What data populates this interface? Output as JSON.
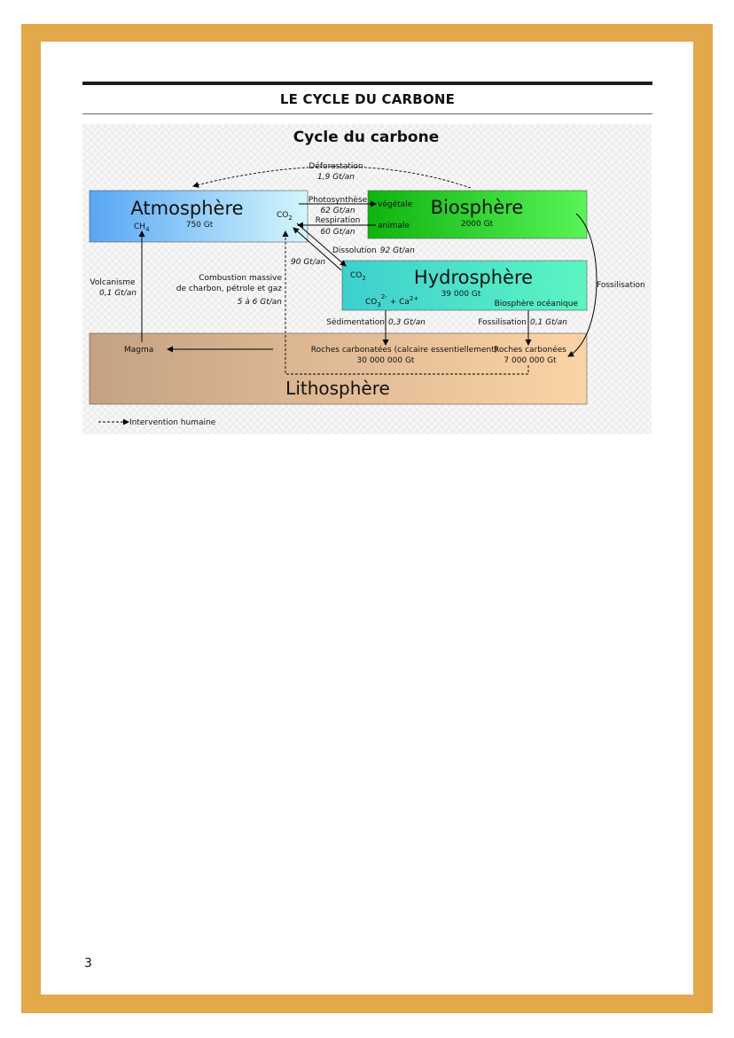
{
  "document": {
    "title": "LE CYCLE DU CARBONE",
    "page_number": "3"
  },
  "figure": {
    "title": "Cycle du carbone",
    "atmosphere": {
      "name": "Atmosphère",
      "amount": "750 Gt",
      "co2": "CO",
      "co2_sub": "2",
      "ch4": "CH",
      "ch4_sub": "4"
    },
    "biosphere": {
      "name": "Biosphère",
      "amount": "2000 Gt",
      "vegetale": "végétale",
      "animale": "animale"
    },
    "hydrosphere": {
      "name": "Hydrosphère",
      "amount": "39 000 Gt",
      "co2": "CO",
      "co2_sub": "2",
      "co3": "CO",
      "co3_sub": "3",
      "co3_sup": "2-",
      "plus_ca": " + Ca",
      "ca_sup": "2+",
      "oceanic": "Biosphère océanique"
    },
    "lithosphere": {
      "name": "Lithosphère",
      "magma": "Magma",
      "carbonate_rocks": "Roches carbonatées (calcaire essentiellement)",
      "carbonate_amount": "30 000 000 Gt",
      "carbon_rocks": "Roches carbonées",
      "carbon_amount": "7 000 000 Gt"
    },
    "flows": {
      "deforestation": "Déforestation",
      "deforestation_rate": "1,9 Gt/an",
      "photosynthese": "Photosynthèse",
      "photosynthese_rate": "62 Gt/an",
      "respiration": "Respiration",
      "respiration_rate": "60 Gt/an",
      "dissolution": "Dissolution",
      "dissolution_rate": "92 Gt/an",
      "outgassing_rate": "90 Gt/an",
      "volcanisme": "Volcanisme",
      "volcanisme_rate": "0,1 Gt/an",
      "combustion_1": "Combustion massive",
      "combustion_2": "de charbon, pétrole et gaz",
      "combustion_rate": "5 à 6 Gt/an",
      "sedimentation": "Sédimentation",
      "sedimentation_rate": "0,3 Gt/an",
      "fossilisation": "Fossilisation",
      "fossilisation_rate": "0,1 Gt/an",
      "fossilisation_side": "Fossilisation"
    },
    "legend": {
      "human": "Intervention humaine"
    },
    "colors": {
      "atmosphere": [
        "#58a6f4",
        "#d4f6fd"
      ],
      "biosphere": [
        "#0fb30f",
        "#58f458"
      ],
      "hydrosphere": [
        "#3ecfcf",
        "#5cf5c2"
      ],
      "lithosphere": [
        "#c4a283",
        "#fcd3a6"
      ],
      "frame": "#e3a84a"
    }
  }
}
